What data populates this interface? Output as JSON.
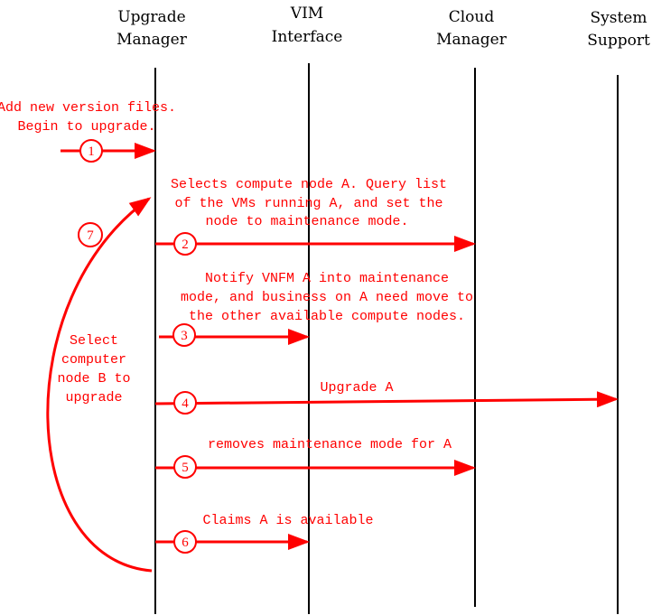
{
  "participants": [
    {
      "line1": "Upgrade",
      "line2": "Manager"
    },
    {
      "line1": "VIM",
      "line2": "Interface"
    },
    {
      "line1": "Cloud",
      "line2": "Manager"
    },
    {
      "line1": "System",
      "line2": "Support"
    }
  ],
  "steps": [
    {
      "number": "1",
      "lines": [
        "Add new version files.",
        "Begin to upgrade."
      ]
    },
    {
      "number": "2",
      "lines": [
        "Selects compute node A. Query list",
        "of the VMs running  A, and set the",
        "node to maintenance mode."
      ]
    },
    {
      "number": "3",
      "lines": [
        "Notify VNFM   A  into maintenance",
        "mode, and business on A need move to",
        "the other available compute nodes."
      ]
    },
    {
      "number": "4",
      "lines": [
        "Upgrade A"
      ]
    },
    {
      "number": "5",
      "lines": [
        "removes maintenance mode for  A"
      ]
    },
    {
      "number": "6",
      "lines": [
        "Claims  A is available"
      ]
    },
    {
      "number": "7",
      "lines": [
        "Select",
        "computer",
        "node B to",
        "upgrade"
      ]
    }
  ],
  "colors": {
    "accent": "#ff0000",
    "line": "#000000"
  }
}
